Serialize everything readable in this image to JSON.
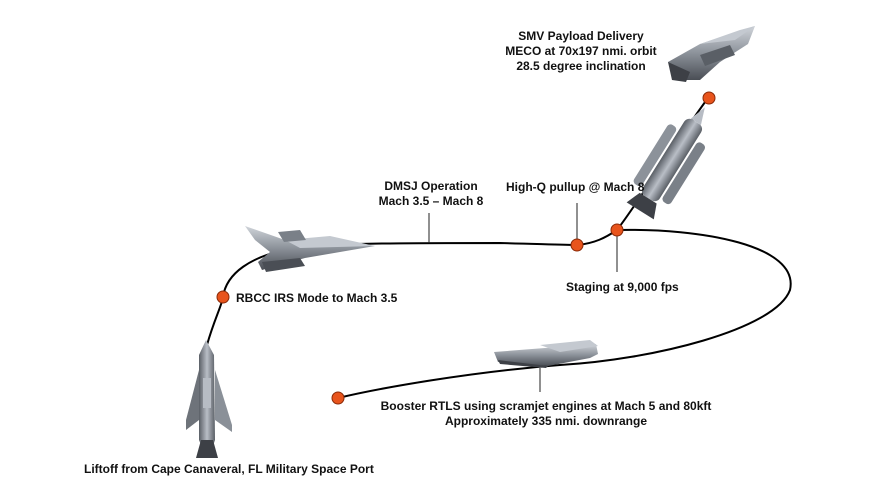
{
  "labels": {
    "smv_line1": "SMV Payload Delivery",
    "smv_line2": "MECO at 70x197 nmi. orbit",
    "smv_line3": "28.5 degree inclination",
    "dmsj_line1": "DMSJ Operation",
    "dmsj_line2": "Mach 3.5 – Mach 8",
    "highq": "High-Q pullup @ Mach 8",
    "rbcc": "RBCC IRS Mode to Mach 3.5",
    "staging": "Staging at 9,000 fps",
    "rtls_line1": "Booster RTLS using scramjet engines at Mach 5 and 80kft",
    "rtls_line2": "Approximately 335 nmi. downrange",
    "liftoff": "Liftoff from Cape Canaveral, FL Military Space Port"
  },
  "colors": {
    "trajectory": "#000000",
    "event_marker": "#e8541c",
    "marker_outline": "#8a2a08",
    "vehicle_body": "#9aa0a8",
    "vehicle_dark": "#4a4e55"
  },
  "icons": [
    "launch-vehicle-icon",
    "hypersonic-aircraft-icon",
    "booster-stack-icon",
    "space-plane-icon",
    "returning-booster-icon"
  ]
}
